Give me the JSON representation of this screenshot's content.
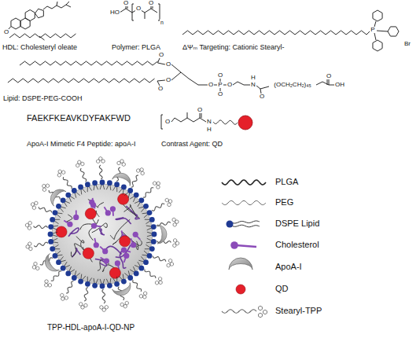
{
  "diagram": {
    "labels": [
      "HDL: Cholesteryl oleate",
      "Polymer: PLGA",
      "ΔΨₘ Targeting: Cationic Stearyl-",
      "Lipid: DSPE-PEG-COOH",
      "FAEKFKEAVKDYFAKFWD",
      "ApoA-I Mimetic F4 Peptide: apoA-I",
      "Contrast Agent: QD",
      "TPP-HDL-apoA-I-QD-NP",
      "O",
      "HO",
      "O",
      "O",
      "O",
      "n",
      "P",
      "Br",
      "O",
      "O",
      "O",
      "O",
      "O",
      "P",
      "O",
      "O",
      "O",
      "N",
      "H",
      "O",
      "(OCH₂CH₂)₄₅",
      "O",
      "OH",
      "O",
      "O",
      "N",
      "H"
    ],
    "legend": [
      {
        "text": "PLGA"
      },
      {
        "text": "PEG"
      },
      {
        "text": "DSPE Lipid"
      },
      {
        "text": "Cholesterol"
      },
      {
        "text": "ApoA-I"
      },
      {
        "text": "QD"
      },
      {
        "text": "Stearyl-TPP"
      }
    ]
  }
}
